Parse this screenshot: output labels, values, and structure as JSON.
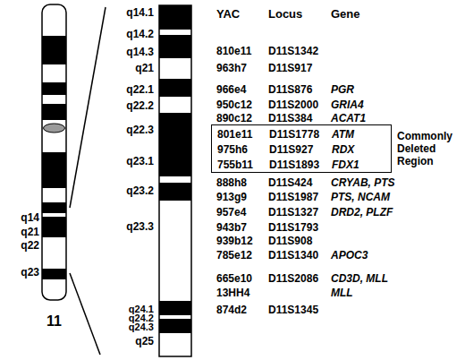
{
  "diagram": {
    "nodes": [
      {
        "text": [
          "801e11",
          "D11S1778",
          "ATM",
          "975h6",
          "D11S927",
          "RDX",
          "755b11",
          "D11S1893",
          "FDX1",
          "Commonly Deleted Region"
        ]
      }
    ],
    "labels": [
      "q14",
      "q21",
      "q22",
      "q23",
      "11",
      "q14.1",
      "q14.2",
      "q14.3",
      "q21",
      "q22.1",
      "q22.2",
      "q22.3",
      "q23.1",
      "q23.2",
      "q23.3",
      "q24.1",
      "q24.2",
      "q24.3",
      "q25",
      "YAC",
      "Locus",
      "Gene",
      "810e11",
      "D11S1342",
      "963h7",
      "D11S917",
      "966e4",
      "D11S876",
      "PGR",
      "950c12",
      "D11S2000",
      "GRIA4",
      "890c12",
      "D11S384",
      "ACAT1",
      "888h8",
      "D11S424",
      "CRYAB, PTS",
      "913g9",
      "D11S1987",
      "PTS, NCAM",
      "957e4",
      "D11S1327",
      "DRD2, PLZF",
      "943b7",
      "D11S1793",
      "939b12",
      "D11S908",
      "785e12",
      "D11S1340",
      "APOC3",
      "665e10",
      "D11S2086",
      "CD3D, MLL",
      "13HH4",
      "MLL",
      "874d2",
      "D11S1345"
    ]
  }
}
